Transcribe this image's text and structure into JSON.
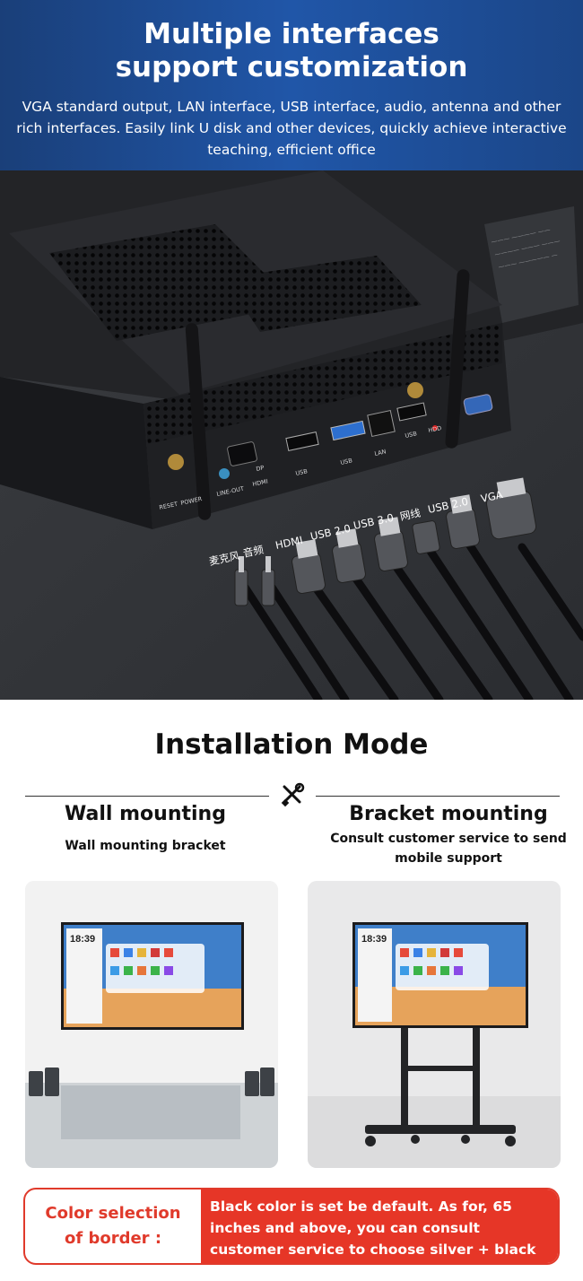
{
  "hero": {
    "title_line1": "Multiple interfaces",
    "title_line2": "support customization",
    "description": "VGA standard output, LAN interface, USB interface, audio, antenna and other rich interfaces. Easily link U disk and other devices, quickly achieve interactive teaching, efficient office",
    "cable_labels": [
      "麦克风",
      "音频",
      "HDMI",
      "USB 2.0",
      "USB 3.0",
      "网线",
      "USB 2.0",
      "VGA"
    ],
    "port_labels": [
      "RESET",
      "POWER",
      "LINE-OUT",
      "DP",
      "HDMI",
      "USB",
      "USB",
      "LAN",
      "USB",
      "HDD"
    ]
  },
  "installation": {
    "title": "Installation Mode",
    "icon": "tools-icon",
    "wall": {
      "title": "Wall mounting",
      "subtitle": "Wall mounting bracket",
      "screen_time": "18:39"
    },
    "bracket": {
      "title": "Bracket mounting",
      "subtitle_line1": "Consult customer service to send",
      "subtitle_line2": "mobile support",
      "screen_time": "18:39"
    }
  },
  "color_selection": {
    "label_line1": "Color selection",
    "label_line2": "of border :",
    "text": "Black color is set be default. As for, 65 inches and above, you can consult customer service to choose silver + black style"
  },
  "colors": {
    "banner_blue": "#2056a8",
    "accent_red": "#e63627",
    "device_dark": "#2a2c30"
  }
}
